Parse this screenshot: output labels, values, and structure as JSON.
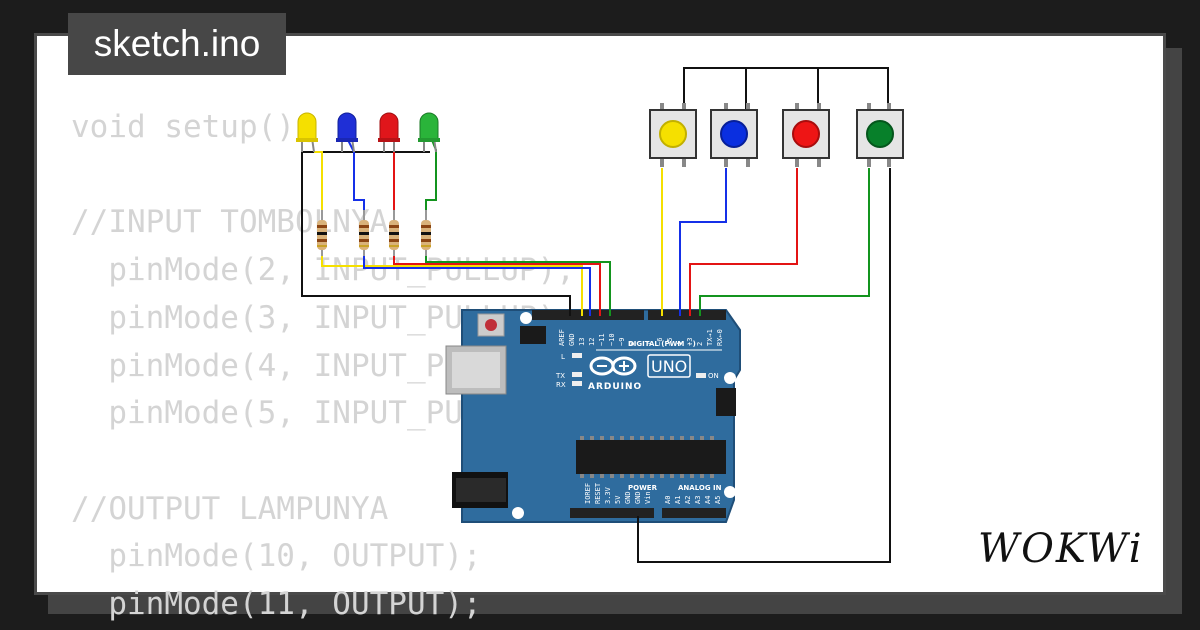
{
  "project": {
    "file_name": "sketch.ino",
    "brand": "WOKWi"
  },
  "code_lines": [
    "void setup(){",
    "",
    "//INPUT TOMBOLNYA",
    "  pinMode(2, INPUT_PULLUP);",
    "  pinMode(3, INPUT_PULLUP);",
    "  pinMode(4, INPUT_PULLUP);",
    "  pinMode(5, INPUT_PULLUP);",
    "",
    "//OUTPUT LAMPUNYA",
    "  pinMode(10, OUTPUT);",
    "  pinMode(11, OUTPUT);"
  ],
  "components": {
    "leds": [
      {
        "color": "yellow",
        "hex": "#f5e000"
      },
      {
        "color": "blue",
        "hex": "#1f2fd6"
      },
      {
        "color": "red",
        "hex": "#e0161b"
      },
      {
        "color": "green",
        "hex": "#2ab43a"
      }
    ],
    "buttons": [
      {
        "color": "yellow",
        "hex": "#f5e000"
      },
      {
        "color": "blue",
        "hex": "#0a2fe0"
      },
      {
        "color": "red",
        "hex": "#ee1515"
      },
      {
        "color": "green",
        "hex": "#07802a"
      }
    ],
    "resistor_count": 4
  },
  "board": {
    "brand": "ARDUINO",
    "model": "UNO",
    "digital_header": "DIGITAL (PWM ~)",
    "on_label": "ON",
    "tx_label": "TX",
    "rx_label": "RX",
    "l_label": "L",
    "power_header": "POWER",
    "analog_header": "ANALOG IN",
    "digital_pins": [
      "AREF",
      "GND",
      "13",
      "12",
      "~11",
      "~10",
      "~9",
      "8",
      "7",
      "~6",
      "~5",
      "4",
      "~3",
      "2",
      "TX→1",
      "RX←0"
    ],
    "power_pins": [
      "IOREF",
      "RESET",
      "3.3V",
      "5V",
      "GND",
      "GND",
      "Vin"
    ],
    "analog_pins": [
      "A0",
      "A1",
      "A2",
      "A3",
      "A4",
      "A5"
    ],
    "colors": {
      "pcb": "#2f6c9e",
      "pcb_edge": "#1f4e78",
      "header": "#222222"
    }
  },
  "wire_colors": {
    "yellow": "#f5e000",
    "blue": "#1530e8",
    "red": "#e31414",
    "green": "#13941e",
    "black": "#111111"
  }
}
